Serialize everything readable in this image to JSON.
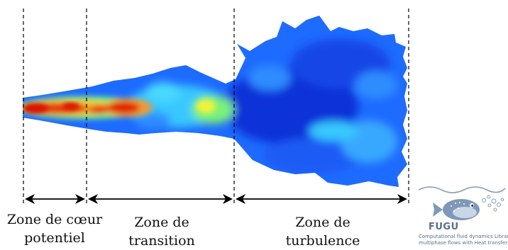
{
  "zones": [
    {
      "line1": "Zone de cœur",
      "line2": "potentiel"
    },
    {
      "line1": "Zone de",
      "line2": "transition"
    },
    {
      "line1": "Zone de",
      "line2": "turbulence"
    }
  ],
  "logo": {
    "title": "FUGU",
    "subtitle_line1": "Computational fluid dynamics Library",
    "subtitle_line2": "multiphase flows with Heat transfers"
  },
  "colors": {
    "jet_deep_blue": "#0a32d8",
    "jet_blue": "#1e6bff",
    "jet_cyan": "#38c8ff",
    "jet_green": "#7cf27a",
    "jet_yellow": "#f2f23a",
    "jet_red": "#e02000",
    "logo_blue": "#5a6f88"
  }
}
